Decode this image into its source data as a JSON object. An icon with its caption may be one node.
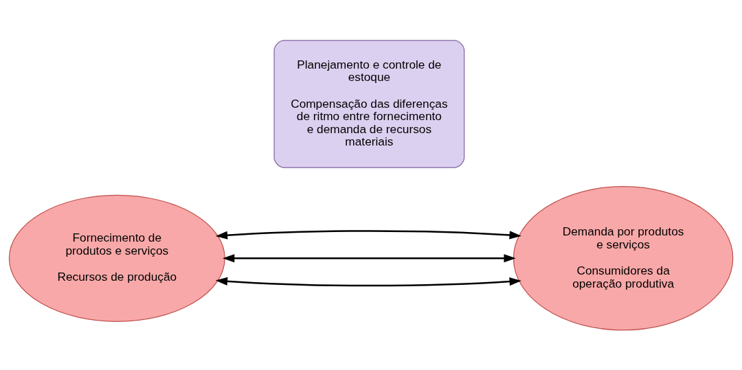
{
  "diagram": {
    "nodes": [
      {
        "text": [
          "Fornecimento de produtos e serviços",
          "Recursos de produção"
        ]
      },
      {
        "text": [
          "Planejamento e controle de estoque",
          "Compensação das diferenças de ritmo entre fornecimento e demanda de recursos materiais"
        ]
      },
      {
        "text": [
          "Demanda por produtos e serviços",
          "Consumidores da operação produtiva"
        ]
      }
    ],
    "edges": [
      {
        "from": 0,
        "to": 2,
        "arrow": "both"
      },
      {
        "from": 0,
        "to": 2,
        "arrow": "both"
      },
      {
        "from": 0,
        "to": 2,
        "arrow": "both"
      }
    ]
  }
}
